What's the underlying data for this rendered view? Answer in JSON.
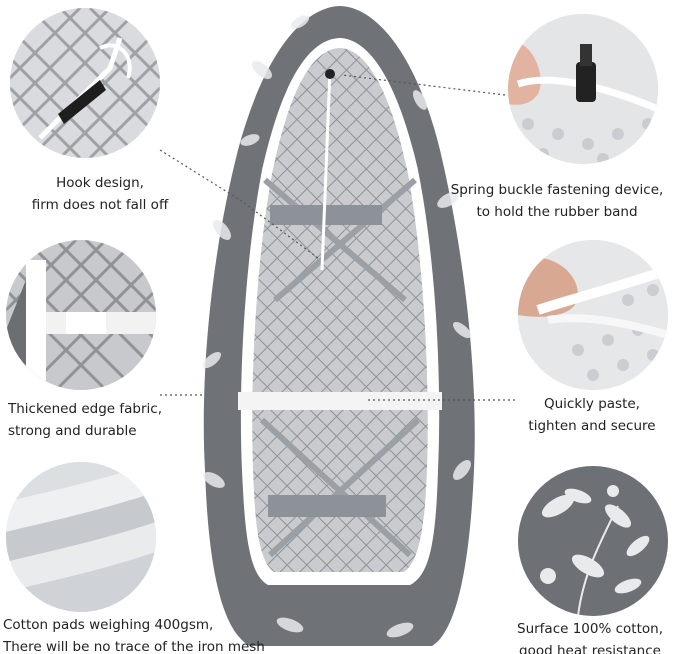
{
  "features": {
    "hook": {
      "line1": "Hook design,",
      "line2": "firm does not fall off"
    },
    "spring": {
      "line1": "Spring buckle fastening device,",
      "line2": "to hold the rubber band"
    },
    "edge": {
      "line1": "Thickened edge fabric,",
      "line2": "strong and durable"
    },
    "paste": {
      "line1": "Quickly paste,",
      "line2": "tighten and secure"
    },
    "pads": {
      "line1": "Cotton pads weighing 400gsm,",
      "line2": "There will be no trace of the iron mesh"
    },
    "cotton": {
      "line1": "Surface 100% cotton,",
      "line2": "good heat resistance"
    }
  },
  "colors": {
    "cover_gray": "#6f7276",
    "mesh_gray": "#b9bcc0",
    "edge_white": "#ffffff",
    "leaf_white": "#e9eaec"
  }
}
